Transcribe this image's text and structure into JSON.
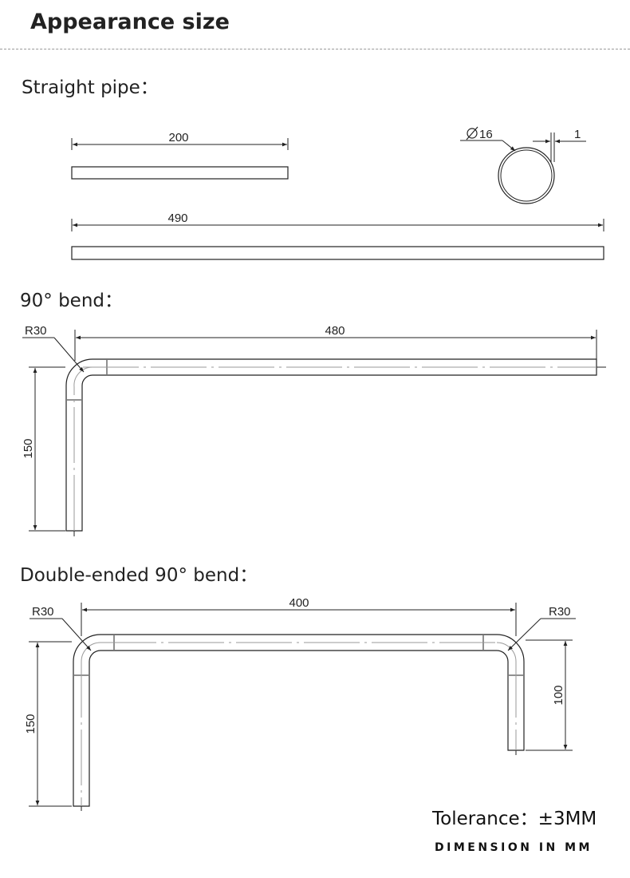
{
  "header": {
    "title": "Appearance size"
  },
  "sections": {
    "straight": {
      "heading": "Straight pipe：",
      "short_length": "200",
      "long_length": "490",
      "diameter": "16",
      "wall": "1"
    },
    "bend90": {
      "heading": "90° bend：",
      "radius": "R30",
      "length": "480",
      "height": "150"
    },
    "double_bend": {
      "heading": "Double-ended 90° bend：",
      "radius_left": "R30",
      "radius_right": "R30",
      "length": "400",
      "left_height": "150",
      "right_height": "100"
    }
  },
  "footer": {
    "tolerance": "Tolerance：±3MM",
    "dimension_note": "DIMENSION IN MM"
  },
  "colors": {
    "line": "#222222",
    "centerline": "#9a9a9a",
    "divider": "#9a9a9a"
  },
  "icons": {
    "diameter": "diameter-symbol-icon"
  }
}
